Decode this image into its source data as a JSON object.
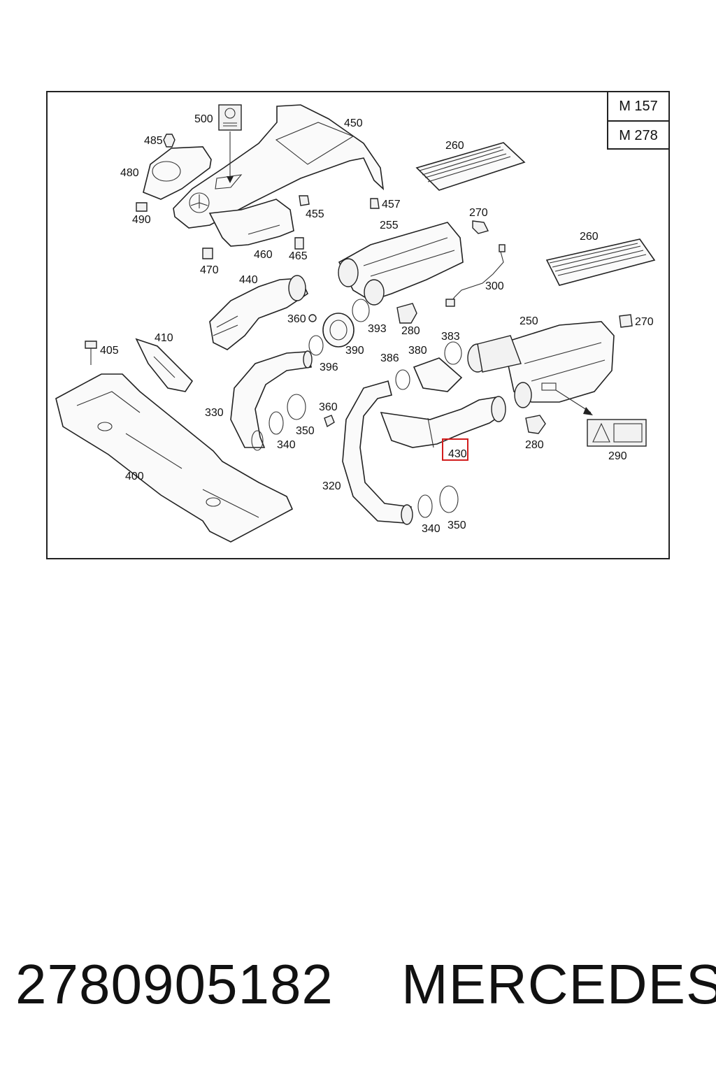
{
  "diagram": {
    "engine_codes": [
      "M 157",
      "M 278"
    ],
    "callouts": {
      "c500": "500",
      "c450": "450",
      "c485": "485",
      "c480": "480",
      "c490": "490",
      "c455": "455",
      "c457": "457",
      "c460": "460",
      "c470": "470",
      "c465": "465",
      "c260a": "260",
      "c260b": "260",
      "c270a": "270",
      "c270b": "270",
      "c255": "255",
      "c300": "300",
      "c440": "440",
      "c360a": "360",
      "c393": "393",
      "c280a": "280",
      "c250": "250",
      "c410": "410",
      "c405": "405",
      "c390": "390",
      "c396": "396",
      "c386": "386",
      "c380": "380",
      "c383": "383",
      "c330": "330",
      "c360b": "360",
      "c350a": "350",
      "c340a": "340",
      "c280b": "280",
      "c290": "290",
      "c430": "430",
      "c400": "400",
      "c320": "320",
      "c340b": "340",
      "c350b": "350"
    },
    "highlighted_part": "430"
  },
  "caption": {
    "part_number": "2780905182",
    "brand": "MERCEDES"
  }
}
